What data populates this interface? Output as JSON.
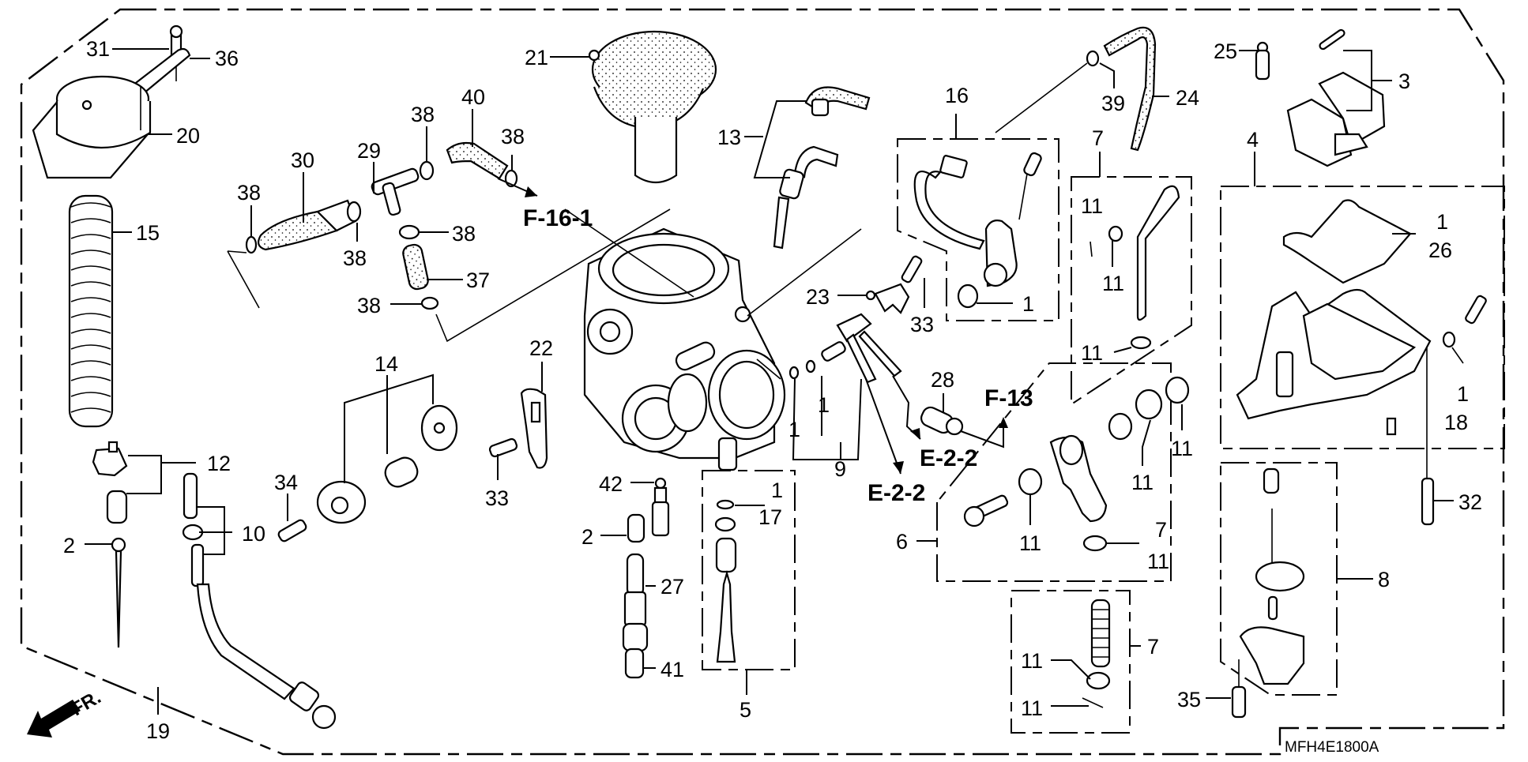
{
  "diagram": {
    "title_code": "MFH4E1800A",
    "direction_indicator": "FR.",
    "reference_labels": [
      "F-16-1",
      "F-13",
      "E-2-2",
      "E-2-2"
    ],
    "callouts": [
      {
        "id": "c31",
        "label": "31"
      },
      {
        "id": "c36",
        "label": "36"
      },
      {
        "id": "c20",
        "label": "20"
      },
      {
        "id": "c15",
        "label": "15"
      },
      {
        "id": "c12",
        "label": "12"
      },
      {
        "id": "c2a",
        "label": "2"
      },
      {
        "id": "c10",
        "label": "10"
      },
      {
        "id": "c19",
        "label": "19"
      },
      {
        "id": "c34",
        "label": "34"
      },
      {
        "id": "c14",
        "label": "14"
      },
      {
        "id": "c38a",
        "label": "38"
      },
      {
        "id": "c30",
        "label": "30"
      },
      {
        "id": "c38b",
        "label": "38"
      },
      {
        "id": "c29",
        "label": "29"
      },
      {
        "id": "c38c",
        "label": "38"
      },
      {
        "id": "c40",
        "label": "40"
      },
      {
        "id": "c38d",
        "label": "38"
      },
      {
        "id": "c38e",
        "label": "38"
      },
      {
        "id": "c37",
        "label": "37"
      },
      {
        "id": "c38f",
        "label": "38"
      },
      {
        "id": "c21",
        "label": "21"
      },
      {
        "id": "c13",
        "label": "13"
      },
      {
        "id": "c22",
        "label": "22"
      },
      {
        "id": "c33a",
        "label": "33"
      },
      {
        "id": "c42",
        "label": "42"
      },
      {
        "id": "c2b",
        "label": "2"
      },
      {
        "id": "c27",
        "label": "27"
      },
      {
        "id": "c41",
        "label": "41"
      },
      {
        "id": "c1a",
        "label": "1"
      },
      {
        "id": "c17",
        "label": "17"
      },
      {
        "id": "c5",
        "label": "5"
      },
      {
        "id": "c1b",
        "label": "1"
      },
      {
        "id": "c1c",
        "label": "1"
      },
      {
        "id": "c9",
        "label": "9"
      },
      {
        "id": "c23",
        "label": "23"
      },
      {
        "id": "c33b",
        "label": "33"
      },
      {
        "id": "c28",
        "label": "28"
      },
      {
        "id": "c16",
        "label": "16"
      },
      {
        "id": "c1d",
        "label": "1"
      },
      {
        "id": "c39",
        "label": "39"
      },
      {
        "id": "c24",
        "label": "24"
      },
      {
        "id": "c7a",
        "label": "7"
      },
      {
        "id": "c11a",
        "label": "11"
      },
      {
        "id": "c11b",
        "label": "11"
      },
      {
        "id": "c11c",
        "label": "11"
      },
      {
        "id": "c6",
        "label": "6"
      },
      {
        "id": "c11d",
        "label": "11"
      },
      {
        "id": "c11e",
        "label": "11"
      },
      {
        "id": "c11f",
        "label": "11"
      },
      {
        "id": "c7b",
        "label": "7"
      },
      {
        "id": "c11g",
        "label": "11"
      },
      {
        "id": "c7c",
        "label": "7"
      },
      {
        "id": "c11h",
        "label": "11"
      },
      {
        "id": "c11i",
        "label": "11"
      },
      {
        "id": "c25",
        "label": "25"
      },
      {
        "id": "c3",
        "label": "3"
      },
      {
        "id": "c4",
        "label": "4"
      },
      {
        "id": "c1e",
        "label": "1"
      },
      {
        "id": "c26",
        "label": "26"
      },
      {
        "id": "c1f",
        "label": "1"
      },
      {
        "id": "c18",
        "label": "18"
      },
      {
        "id": "c32",
        "label": "32"
      },
      {
        "id": "c8",
        "label": "8"
      },
      {
        "id": "c35",
        "label": "35"
      }
    ]
  }
}
